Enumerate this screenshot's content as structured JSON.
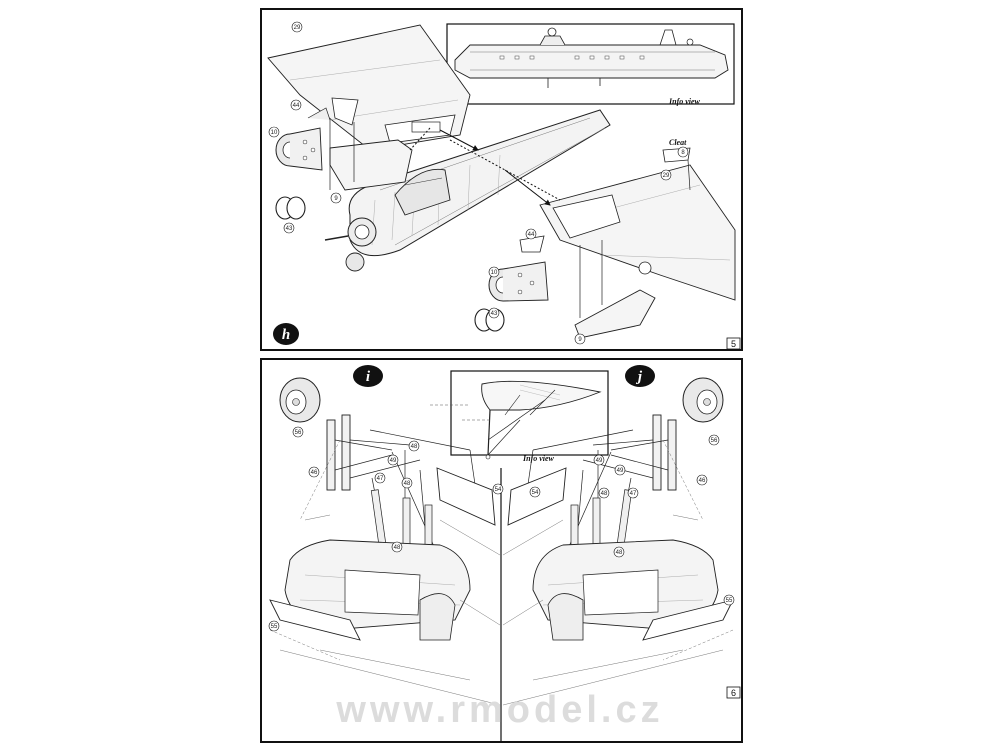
{
  "panel_top": {
    "step": "h",
    "info_caption": "Info view",
    "cleat_label": "Cleat",
    "page_number": "5",
    "part_numbers": {
      "p29a": "29",
      "p29b": "29",
      "p44a": "44",
      "p44b": "44",
      "p10a": "10",
      "p10b": "10",
      "p9a": "9",
      "p9b": "9",
      "p43a": "43",
      "p43b": "43",
      "p8": "8"
    }
  },
  "panel_bottom": {
    "step_left": "i",
    "step_right": "j",
    "info_caption": "Info view",
    "page_number": "6",
    "part_numbers": {
      "l56": "56",
      "l46": "46",
      "l48a": "48",
      "l48b": "48",
      "l48c": "48",
      "l49": "49",
      "l47": "47",
      "l54": "54",
      "l55": "55",
      "r56": "56",
      "r49a": "49",
      "r49b": "49",
      "r48a": "48",
      "r48b": "48",
      "r47": "47",
      "r46": "46",
      "r54": "54",
      "r55": "55"
    }
  },
  "watermark": "www.rmodel.cz"
}
